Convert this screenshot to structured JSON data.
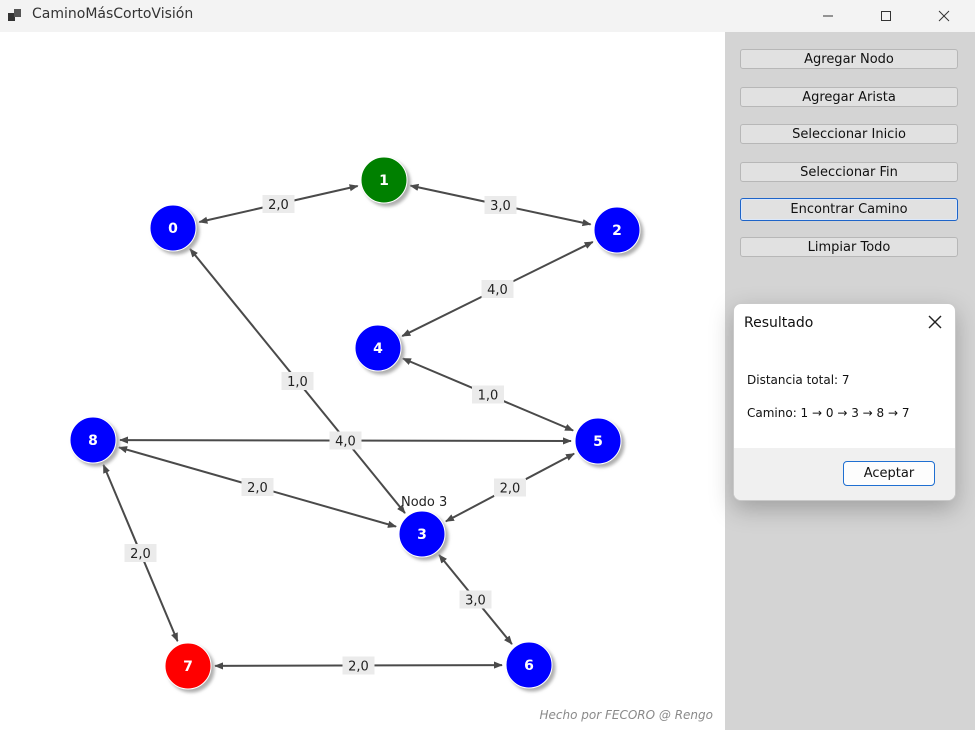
{
  "window": {
    "title": "CaminoMásCortoVisión"
  },
  "sidebar": {
    "buttons": [
      {
        "label": "Agregar Nodo"
      },
      {
        "label": "Agregar Arista"
      },
      {
        "label": "Seleccionar Inicio"
      },
      {
        "label": "Seleccionar Fin"
      },
      {
        "label": "Encontrar Camino"
      },
      {
        "label": "Limpiar Todo"
      }
    ]
  },
  "graph": {
    "colors": {
      "default": "#0000ff",
      "start": "#008000",
      "end": "#ff0000",
      "edge": "#4a4a4a"
    },
    "nodes": [
      {
        "id": "0",
        "role": "default"
      },
      {
        "id": "1",
        "role": "start"
      },
      {
        "id": "2",
        "role": "default"
      },
      {
        "id": "3",
        "role": "default"
      },
      {
        "id": "4",
        "role": "default"
      },
      {
        "id": "5",
        "role": "default"
      },
      {
        "id": "6",
        "role": "default"
      },
      {
        "id": "7",
        "role": "end"
      },
      {
        "id": "8",
        "role": "default"
      }
    ],
    "edges": [
      {
        "from": "0",
        "to": "1",
        "weight": "2,0"
      },
      {
        "from": "1",
        "to": "2",
        "weight": "3,0"
      },
      {
        "from": "2",
        "to": "4",
        "weight": "4,0"
      },
      {
        "from": "0",
        "to": "3",
        "weight": "1,0"
      },
      {
        "from": "4",
        "to": "5",
        "weight": "1,0"
      },
      {
        "from": "8",
        "to": "5",
        "weight": "4,0"
      },
      {
        "from": "8",
        "to": "3",
        "weight": "2,0"
      },
      {
        "from": "3",
        "to": "5",
        "weight": "2,0"
      },
      {
        "from": "8",
        "to": "7",
        "weight": "2,0"
      },
      {
        "from": "3",
        "to": "6",
        "weight": "3,0"
      },
      {
        "from": "7",
        "to": "6",
        "weight": "2,0"
      }
    ],
    "hover_label": "Nodo 3",
    "credit": "Hecho por FECORO @ Rengo"
  },
  "dialog": {
    "title": "Resultado",
    "distance": "Distancia total: 7",
    "path": "Camino: 1 → 0 → 3 → 8 → 7",
    "ok_label": "Aceptar"
  }
}
